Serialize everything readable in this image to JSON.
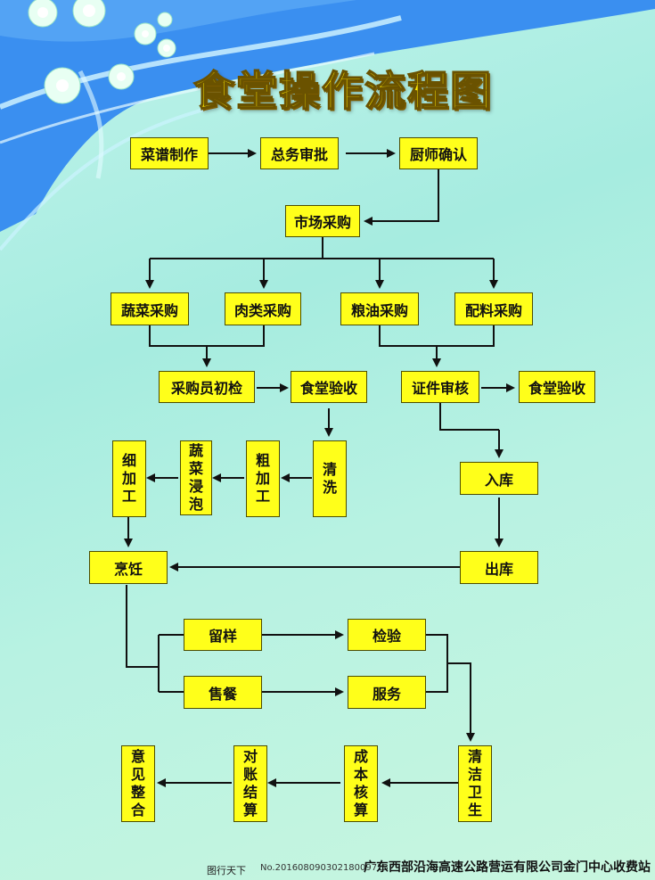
{
  "title": "食堂操作流程图",
  "nodes": {
    "recipe": "菜谱制作",
    "approve": "总务审批",
    "chef_confirm": "厨师确认",
    "market_purchase": "市场采购",
    "veg_purchase": "蔬菜采购",
    "meat_purchase": "肉类采购",
    "grain_purchase": "粮油采购",
    "spice_purchase": "配料采购",
    "buyer_check": "采购员初检",
    "canteen_accept_1": "食堂验收",
    "cert_review": "证件审核",
    "canteen_accept_2": "食堂验收",
    "fine_process": "细加工",
    "veg_soak": "蔬菜浸泡",
    "rough_process": "粗加工",
    "wash": "清洗",
    "storage_in": "入库",
    "cook": "烹饪",
    "storage_out": "出库",
    "sample": "留样",
    "inspect": "检验",
    "sell": "售餐",
    "service": "服务",
    "cleaning": "清洁卫生",
    "cost_account": "成本核算",
    "reconcile": "对账结算",
    "feedback": "意见整合"
  },
  "watermark": {
    "site": "图行天下",
    "id": "No.20160809030218009713"
  },
  "footer": "广东西部沿海高速公路营运有限公司金门中心收费站",
  "colors": {
    "box_fill": "#ffff1a",
    "title": "#ffea00",
    "line": "#111111"
  }
}
